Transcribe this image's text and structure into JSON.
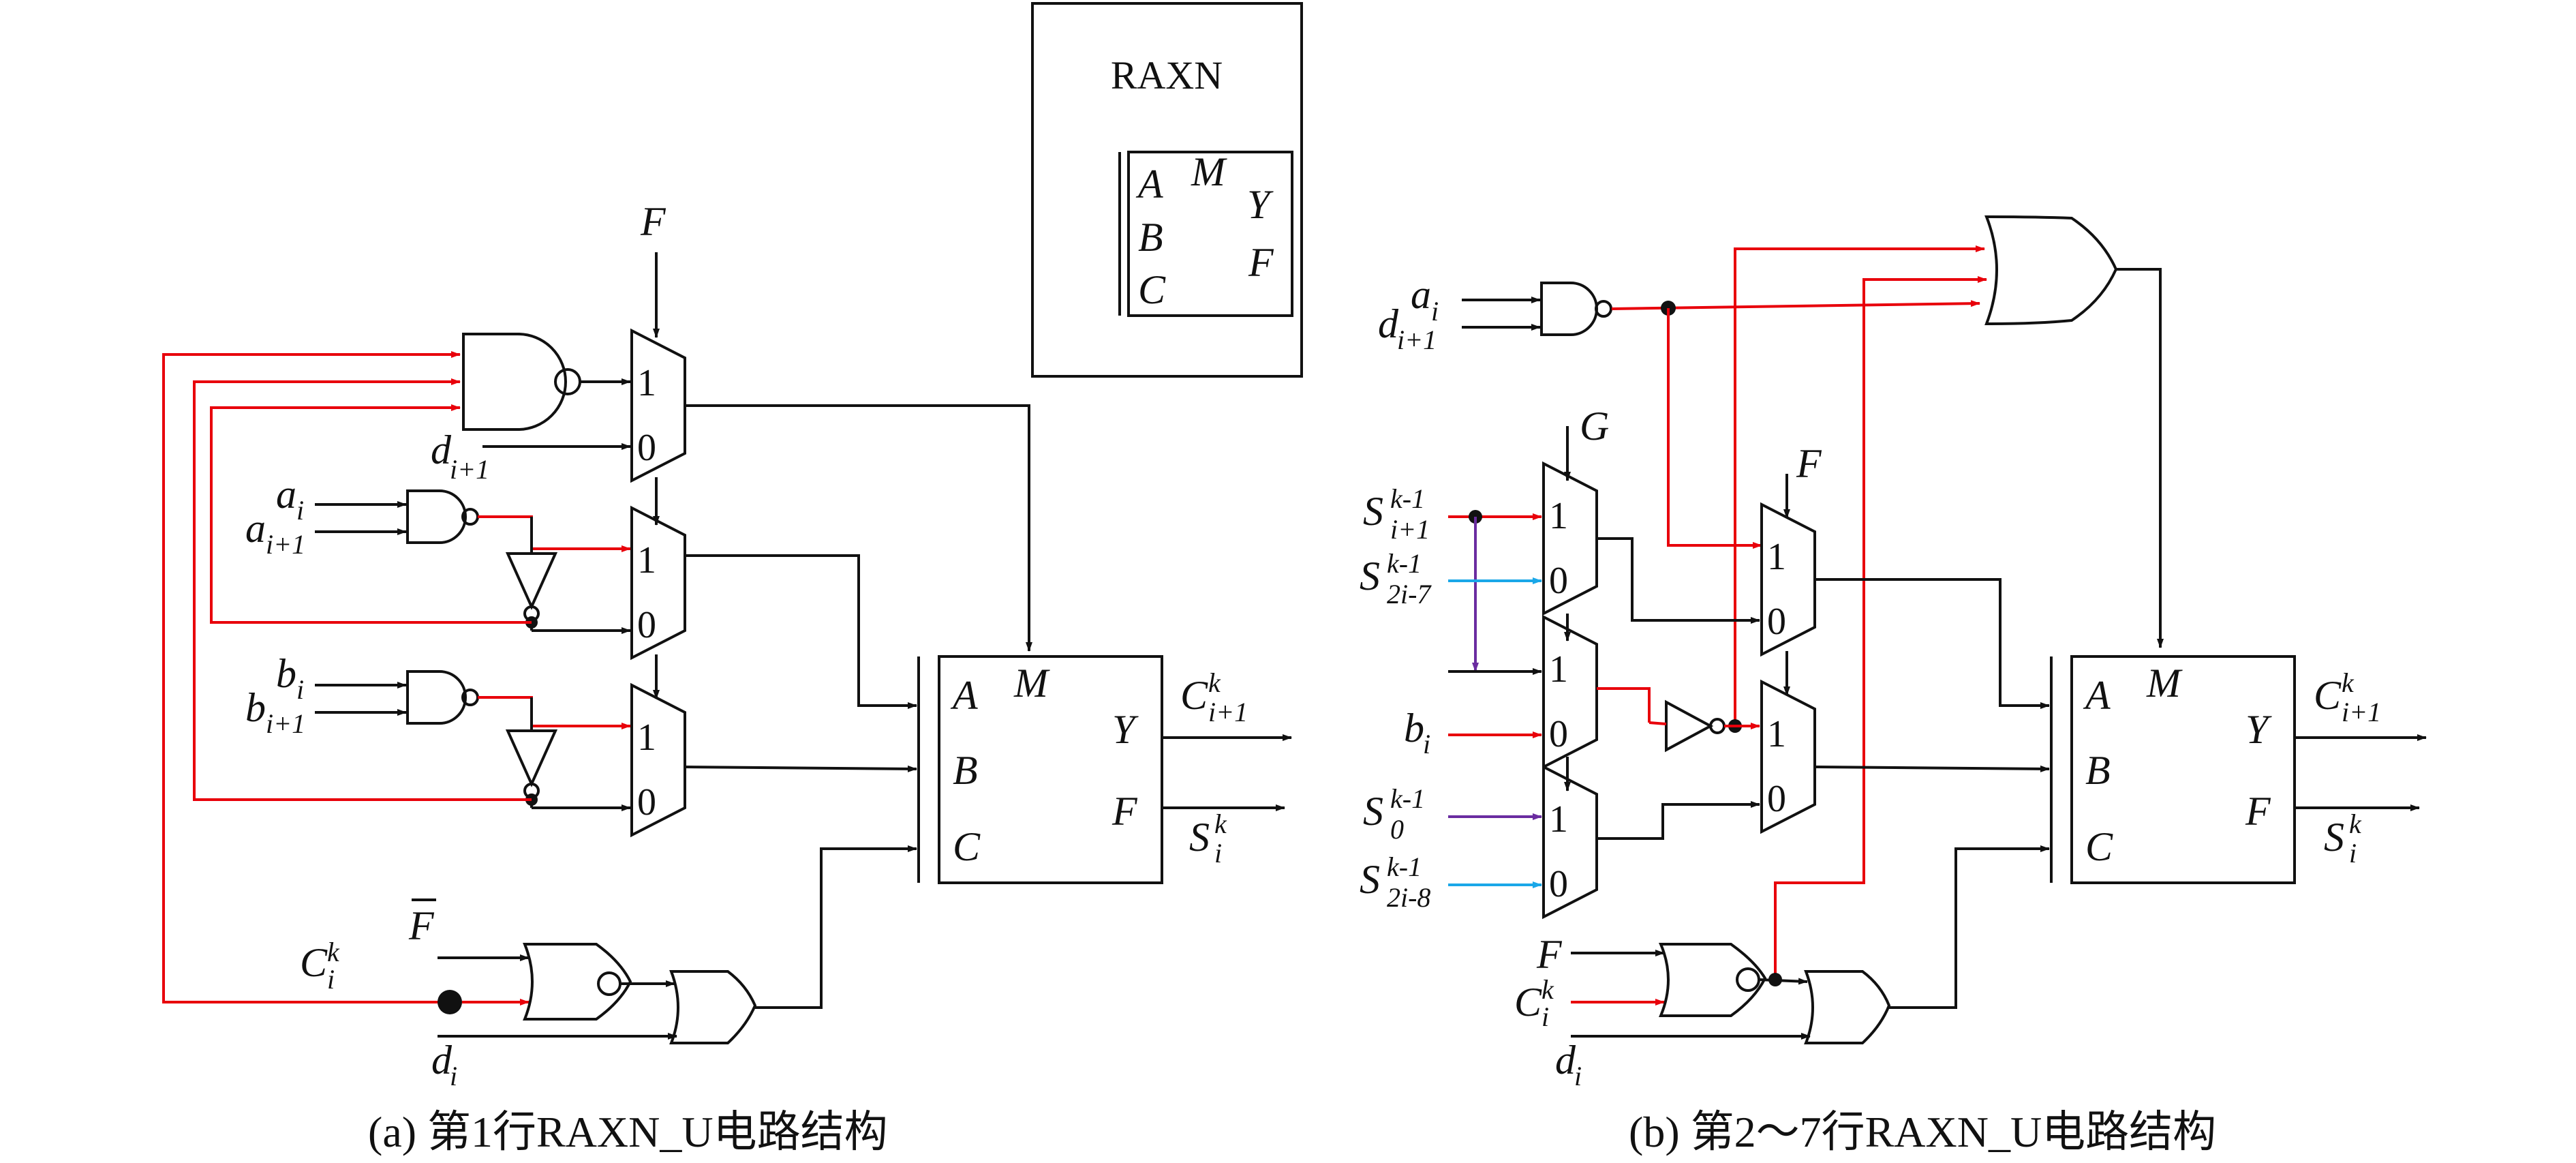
{
  "legend_box": {
    "title": "RAXN",
    "pins": [
      "A",
      "B",
      "C",
      "M",
      "Y",
      "F"
    ]
  },
  "captions": {
    "a": "(a) 第1行RAXN_U电路结构",
    "b": "(b) 第2～7行RAXN_U电路结构"
  },
  "circuit_a": {
    "F": "F",
    "F_bar": "F",
    "d_i1": {
      "base": "d",
      "sub": "i+1"
    },
    "a_i": {
      "base": "a",
      "sub": "i"
    },
    "a_i1": {
      "base": "a",
      "sub": "i+1"
    },
    "b_i": {
      "base": "b",
      "sub": "i"
    },
    "b_i1": {
      "base": "b",
      "sub": "i+1"
    },
    "C_i": {
      "base": "C",
      "sub": "i",
      "sup": "k"
    },
    "d_i": {
      "base": "d",
      "sub": "i"
    },
    "mux_1": "1",
    "mux_0": "0",
    "block_pins": [
      "A",
      "B",
      "C",
      "M",
      "Y",
      "F"
    ],
    "out_carry": {
      "base": "C",
      "sub": "i+1",
      "sup": "k"
    },
    "out_sum": {
      "base": "S",
      "sub": "i",
      "sup": "k"
    }
  },
  "circuit_b": {
    "G": "G",
    "F": "F",
    "F2": "F",
    "a_i": {
      "base": "a",
      "sub": "i"
    },
    "d_i1": {
      "base": "d",
      "sub": "i+1"
    },
    "S_i1": {
      "base": "S",
      "sub": "i+1",
      "sup": "k-1"
    },
    "S_2i7": {
      "base": "S",
      "sub": "2i-7",
      "sup": "k-1"
    },
    "b_i": {
      "base": "b",
      "sub": "i"
    },
    "S_0": {
      "base": "S",
      "sub": "0",
      "sup": "k-1"
    },
    "S_2i8": {
      "base": "S",
      "sub": "2i-8",
      "sup": "k-1"
    },
    "C_i": {
      "base": "C",
      "sub": "i",
      "sup": "k"
    },
    "d_i": {
      "base": "d",
      "sub": "i"
    },
    "mux_1": "1",
    "mux_0": "0",
    "block_pins": [
      "A",
      "B",
      "C",
      "M",
      "Y",
      "F"
    ],
    "out_carry": {
      "base": "C",
      "sub": "i+1",
      "sup": "k"
    },
    "out_sum": {
      "base": "S",
      "sub": "i",
      "sup": "k"
    }
  },
  "colors": {
    "wire": "#111111",
    "red": "#e8000b",
    "purple": "#6a2ca0",
    "cyan": "#1aa7e8"
  }
}
